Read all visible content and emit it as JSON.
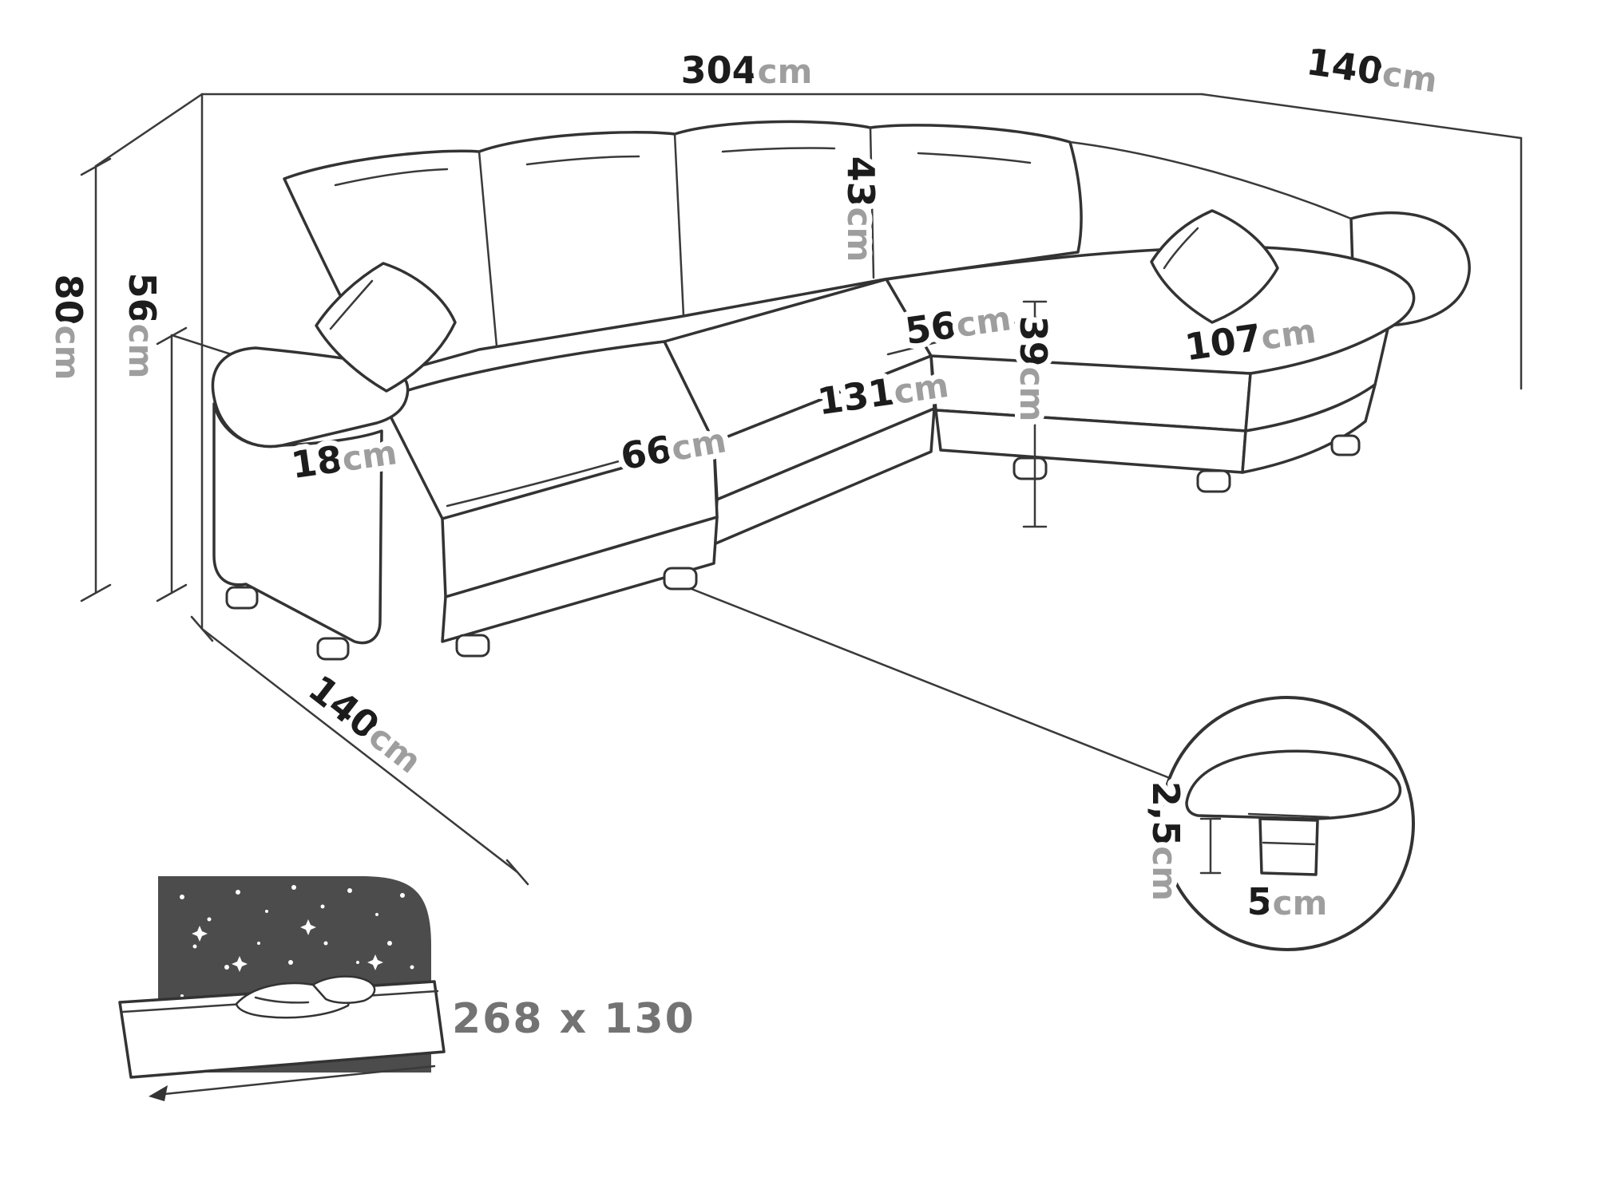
{
  "title": "U-shaped corner sofa dimensions diagram",
  "colors": {
    "line": "#333333",
    "number": "#1c1c1c",
    "unit": "#9e9e9e",
    "bed_text": "#737373",
    "night_panel": "#4c4c4c",
    "background": "#ffffff"
  },
  "dims": {
    "top_width": {
      "value": "304",
      "unit": "cm"
    },
    "right_depth": {
      "value": "140",
      "unit": "cm"
    },
    "height": {
      "value": "80",
      "unit": "cm"
    },
    "seat_height": {
      "value": "56",
      "unit": "cm"
    },
    "back_cushion": {
      "value": "43",
      "unit": "cm"
    },
    "seat_depth": {
      "value": "56",
      "unit": "cm"
    },
    "middle_width": {
      "value": "131",
      "unit": "cm"
    },
    "frame_height": {
      "value": "39",
      "unit": "cm"
    },
    "chaise_length": {
      "value": "107",
      "unit": "cm"
    },
    "chaise_width": {
      "value": "66",
      "unit": "cm"
    },
    "armrest_width": {
      "value": "18",
      "unit": "cm"
    },
    "left_depth": {
      "value": "140",
      "unit": "cm"
    },
    "leg_height": {
      "value": "2,5",
      "unit": "cm"
    },
    "leg_width": {
      "value": "5",
      "unit": "cm"
    }
  },
  "sleeping_area": {
    "label": "268 x 130"
  }
}
